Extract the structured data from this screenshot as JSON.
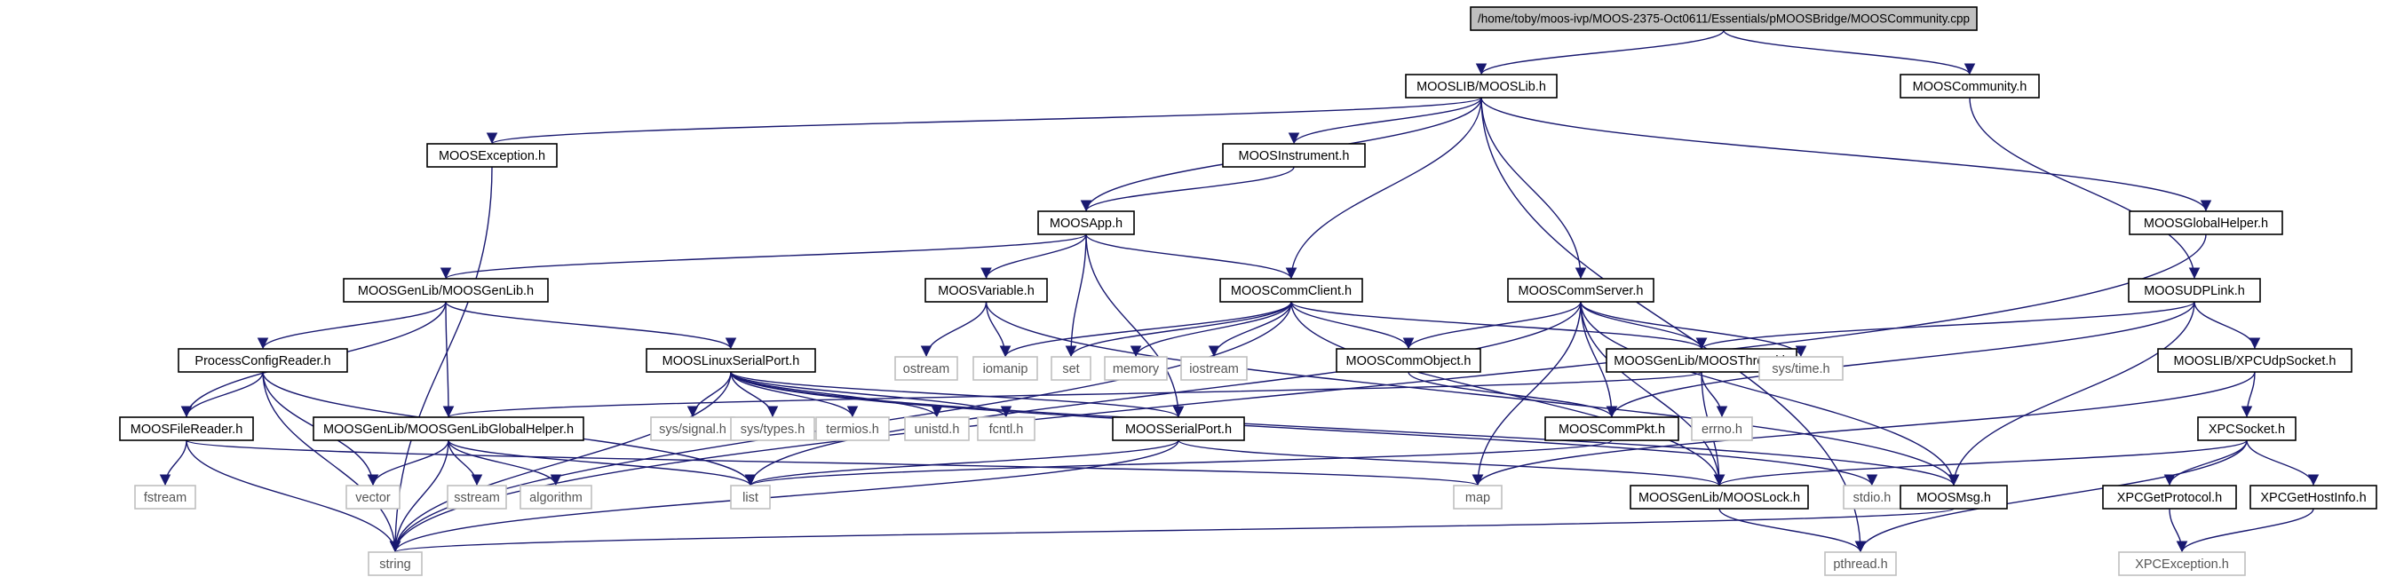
{
  "colors": {
    "edge": "#191970",
    "box_border": "#000000",
    "box_border_external": "#bfbfbf",
    "root_fill": "#bfbfbf",
    "box_fill": "#ffffff",
    "text": "#000000",
    "text_external": "#555555"
  },
  "nodes": [
    {
      "id": "root",
      "label": "/home/toby/moos-ivp/MOOS-2375-Oct0611/Essentials/pMOOSBridge/MOOSCommunity.cpp",
      "kind": "root"
    },
    {
      "id": "mooslib",
      "label": "MOOSLIB/MOOSLib.h",
      "kind": "internal"
    },
    {
      "id": "community",
      "label": "MOOSCommunity.h",
      "kind": "internal"
    },
    {
      "id": "exception",
      "label": "MOOSException.h",
      "kind": "internal"
    },
    {
      "id": "instrument",
      "label": "MOOSInstrument.h",
      "kind": "internal"
    },
    {
      "id": "globalhelper",
      "label": "MOOSGlobalHelper.h",
      "kind": "internal"
    },
    {
      "id": "app",
      "label": "MOOSApp.h",
      "kind": "internal"
    },
    {
      "id": "genlib",
      "label": "MOOSGenLib/MOOSGenLib.h",
      "kind": "internal"
    },
    {
      "id": "variable",
      "label": "MOOSVariable.h",
      "kind": "internal"
    },
    {
      "id": "commclient",
      "label": "MOOSCommClient.h",
      "kind": "internal"
    },
    {
      "id": "commserver",
      "label": "MOOSCommServer.h",
      "kind": "internal"
    },
    {
      "id": "udplink",
      "label": "MOOSUDPLink.h",
      "kind": "internal"
    },
    {
      "id": "procconfig",
      "label": "ProcessConfigReader.h",
      "kind": "internal"
    },
    {
      "id": "linuxserial",
      "label": "MOOSLinuxSerialPort.h",
      "kind": "internal"
    },
    {
      "id": "ostream",
      "label": "ostream",
      "kind": "external"
    },
    {
      "id": "iomanip",
      "label": "iomanip",
      "kind": "external"
    },
    {
      "id": "set",
      "label": "set",
      "kind": "external"
    },
    {
      "id": "memory",
      "label": "memory",
      "kind": "external"
    },
    {
      "id": "iostream",
      "label": "iostream",
      "kind": "external"
    },
    {
      "id": "commobject",
      "label": "MOOSCommObject.h",
      "kind": "internal"
    },
    {
      "id": "thread",
      "label": "MOOSGenLib/MOOSThread.h",
      "kind": "internal"
    },
    {
      "id": "systime",
      "label": "sys/time.h",
      "kind": "external"
    },
    {
      "id": "xpcudp",
      "label": "MOOSLIB/XPCUdpSocket.h",
      "kind": "internal"
    },
    {
      "id": "filereader",
      "label": "MOOSFileReader.h",
      "kind": "internal"
    },
    {
      "id": "genlibglobal",
      "label": "MOOSGenLib/MOOSGenLibGlobalHelper.h",
      "kind": "internal"
    },
    {
      "id": "syssignal",
      "label": "sys/signal.h",
      "kind": "external"
    },
    {
      "id": "systypes",
      "label": "sys/types.h",
      "kind": "external"
    },
    {
      "id": "termios",
      "label": "termios.h",
      "kind": "external"
    },
    {
      "id": "unistd",
      "label": "unistd.h",
      "kind": "external"
    },
    {
      "id": "fcntl",
      "label": "fcntl.h",
      "kind": "external"
    },
    {
      "id": "serialport",
      "label": "MOOSSerialPort.h",
      "kind": "internal"
    },
    {
      "id": "commpkt",
      "label": "MOOSCommPkt.h",
      "kind": "internal"
    },
    {
      "id": "errno",
      "label": "errno.h",
      "kind": "external"
    },
    {
      "id": "xpcsocket",
      "label": "XPCSocket.h",
      "kind": "internal"
    },
    {
      "id": "fstream",
      "label": "fstream",
      "kind": "external"
    },
    {
      "id": "vector",
      "label": "vector",
      "kind": "external"
    },
    {
      "id": "sstream",
      "label": "sstream",
      "kind": "external"
    },
    {
      "id": "algorithm",
      "label": "algorithm",
      "kind": "external"
    },
    {
      "id": "list",
      "label": "list",
      "kind": "external"
    },
    {
      "id": "map",
      "label": "map",
      "kind": "external"
    },
    {
      "id": "lock",
      "label": "MOOSGenLib/MOOSLock.h",
      "kind": "internal"
    },
    {
      "id": "stdio",
      "label": "stdio.h",
      "kind": "external"
    },
    {
      "id": "msg",
      "label": "MOOSMsg.h",
      "kind": "internal"
    },
    {
      "id": "xpcgetprotocol",
      "label": "XPCGetProtocol.h",
      "kind": "internal"
    },
    {
      "id": "xpcgethostinfo",
      "label": "XPCGetHostInfo.h",
      "kind": "internal"
    },
    {
      "id": "string",
      "label": "string",
      "kind": "external"
    },
    {
      "id": "pthread",
      "label": "pthread.h",
      "kind": "external"
    },
    {
      "id": "xpcexception",
      "label": "XPCException.h",
      "kind": "external"
    }
  ],
  "edges": [
    [
      "root",
      "mooslib"
    ],
    [
      "root",
      "community"
    ],
    [
      "mooslib",
      "exception"
    ],
    [
      "mooslib",
      "instrument"
    ],
    [
      "mooslib",
      "app"
    ],
    [
      "mooslib",
      "commclient"
    ],
    [
      "mooslib",
      "commserver"
    ],
    [
      "mooslib",
      "globalhelper"
    ],
    [
      "mooslib",
      "pthread"
    ],
    [
      "community",
      "udplink"
    ],
    [
      "exception",
      "string"
    ],
    [
      "instrument",
      "app"
    ],
    [
      "globalhelper",
      "string"
    ],
    [
      "app",
      "genlib"
    ],
    [
      "app",
      "variable"
    ],
    [
      "app",
      "set"
    ],
    [
      "app",
      "commclient"
    ],
    [
      "app",
      "serialport"
    ],
    [
      "genlib",
      "procconfig"
    ],
    [
      "genlib",
      "filereader"
    ],
    [
      "genlib",
      "genlibglobal"
    ],
    [
      "genlib",
      "linuxserial"
    ],
    [
      "variable",
      "ostream"
    ],
    [
      "variable",
      "iomanip"
    ],
    [
      "variable",
      "msg"
    ],
    [
      "commclient",
      "iomanip"
    ],
    [
      "commclient",
      "set"
    ],
    [
      "commclient",
      "memory"
    ],
    [
      "commclient",
      "iostream"
    ],
    [
      "commclient",
      "commobject"
    ],
    [
      "commclient",
      "thread"
    ],
    [
      "commclient",
      "string"
    ],
    [
      "commclient",
      "lock"
    ],
    [
      "commserver",
      "commobject"
    ],
    [
      "commserver",
      "thread"
    ],
    [
      "commserver",
      "systime"
    ],
    [
      "commserver",
      "commpkt"
    ],
    [
      "commserver",
      "map"
    ],
    [
      "commserver",
      "list"
    ],
    [
      "commserver",
      "lock"
    ],
    [
      "commserver",
      "msg"
    ],
    [
      "udplink",
      "thread"
    ],
    [
      "udplink",
      "xpcudp"
    ],
    [
      "udplink",
      "commpkt"
    ],
    [
      "udplink",
      "msg"
    ],
    [
      "procconfig",
      "filereader"
    ],
    [
      "procconfig",
      "string"
    ],
    [
      "procconfig",
      "vector"
    ],
    [
      "procconfig",
      "list"
    ],
    [
      "linuxserial",
      "syssignal"
    ],
    [
      "linuxserial",
      "systypes"
    ],
    [
      "linuxserial",
      "termios"
    ],
    [
      "linuxserial",
      "unistd"
    ],
    [
      "linuxserial",
      "fcntl"
    ],
    [
      "linuxserial",
      "serialport"
    ],
    [
      "linuxserial",
      "string"
    ],
    [
      "linuxserial",
      "stdio"
    ],
    [
      "linuxserial",
      "msg"
    ],
    [
      "commobject",
      "commpkt"
    ],
    [
      "thread",
      "genlibglobal"
    ],
    [
      "thread",
      "errno"
    ],
    [
      "thread",
      "lock"
    ],
    [
      "xpcudp",
      "xpcsocket"
    ],
    [
      "xpcudp",
      "map"
    ],
    [
      "filereader",
      "fstream"
    ],
    [
      "filereader",
      "string"
    ],
    [
      "filereader",
      "map"
    ],
    [
      "genlibglobal",
      "string"
    ],
    [
      "genlibglobal",
      "vector"
    ],
    [
      "genlibglobal",
      "sstream"
    ],
    [
      "genlibglobal",
      "algorithm"
    ],
    [
      "genlibglobal",
      "list"
    ],
    [
      "serialport",
      "list"
    ],
    [
      "serialport",
      "string"
    ],
    [
      "serialport",
      "lock"
    ],
    [
      "commpkt",
      "list"
    ],
    [
      "xpcsocket",
      "xpcgetprotocol"
    ],
    [
      "xpcsocket",
      "xpcgethostinfo"
    ],
    [
      "xpcsocket",
      "lock"
    ],
    [
      "lock",
      "pthread"
    ],
    [
      "msg",
      "string"
    ],
    [
      "xpcgetprotocol",
      "xpcexception"
    ],
    [
      "xpcgethostinfo",
      "xpcexception"
    ],
    [
      "xpcsocket",
      "pthread"
    ]
  ]
}
